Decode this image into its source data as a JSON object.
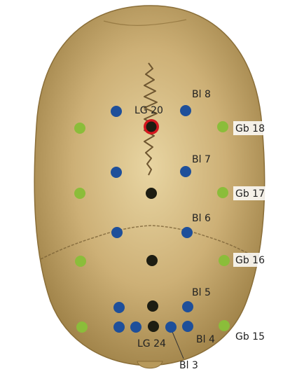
{
  "colors": {
    "bone": "#c9ab6e",
    "bone_light": "#e3cf9a",
    "bone_shadow": "#a88a4e",
    "suture": "#7a6236",
    "bladder": "#1e4f9a",
    "gallbladder": "#8bbd3a",
    "governing": "#1d1d12",
    "highlight_ring": "#d4161e"
  },
  "labels": {
    "lg20": "LG 20",
    "bl8": "Bl 8",
    "gb18": "Gb 18",
    "bl7": "Bl 7",
    "gb17": "Gb 17",
    "bl6": "Bl 6",
    "gb16": "Gb 16",
    "bl5": "Bl 5",
    "bl4": "Bl 4",
    "gb15": "Gb 15",
    "lg24": "LG 24",
    "bl3": "Bl 3"
  },
  "points": [
    {
      "name": "gb18-left",
      "kind": "gallbladder"
    },
    {
      "name": "gb18-right",
      "kind": "gallbladder"
    },
    {
      "name": "gb17-left",
      "kind": "gallbladder"
    },
    {
      "name": "gb17-right",
      "kind": "gallbladder"
    },
    {
      "name": "gb16-left",
      "kind": "gallbladder"
    },
    {
      "name": "gb16-right",
      "kind": "gallbladder"
    },
    {
      "name": "gb15-left",
      "kind": "gallbladder"
    },
    {
      "name": "gb15-right",
      "kind": "gallbladder"
    },
    {
      "name": "bl8-left",
      "kind": "bladder"
    },
    {
      "name": "bl8-right",
      "kind": "bladder"
    },
    {
      "name": "bl7-left",
      "kind": "bladder"
    },
    {
      "name": "bl7-right",
      "kind": "bladder"
    },
    {
      "name": "bl6-left",
      "kind": "bladder"
    },
    {
      "name": "bl6-right",
      "kind": "bladder"
    },
    {
      "name": "bl5-left",
      "kind": "bladder"
    },
    {
      "name": "bl5-right",
      "kind": "bladder"
    },
    {
      "name": "bl4-left",
      "kind": "bladder"
    },
    {
      "name": "bl4-right",
      "kind": "bladder"
    },
    {
      "name": "bl3-left",
      "kind": "bladder"
    },
    {
      "name": "bl3-right",
      "kind": "bladder"
    },
    {
      "name": "lg20",
      "kind": "governing",
      "highlighted": true
    },
    {
      "name": "midline-upper",
      "kind": "governing"
    },
    {
      "name": "midline-middle",
      "kind": "governing"
    },
    {
      "name": "midline-lower",
      "kind": "governing"
    },
    {
      "name": "lg24",
      "kind": "governing"
    }
  ]
}
